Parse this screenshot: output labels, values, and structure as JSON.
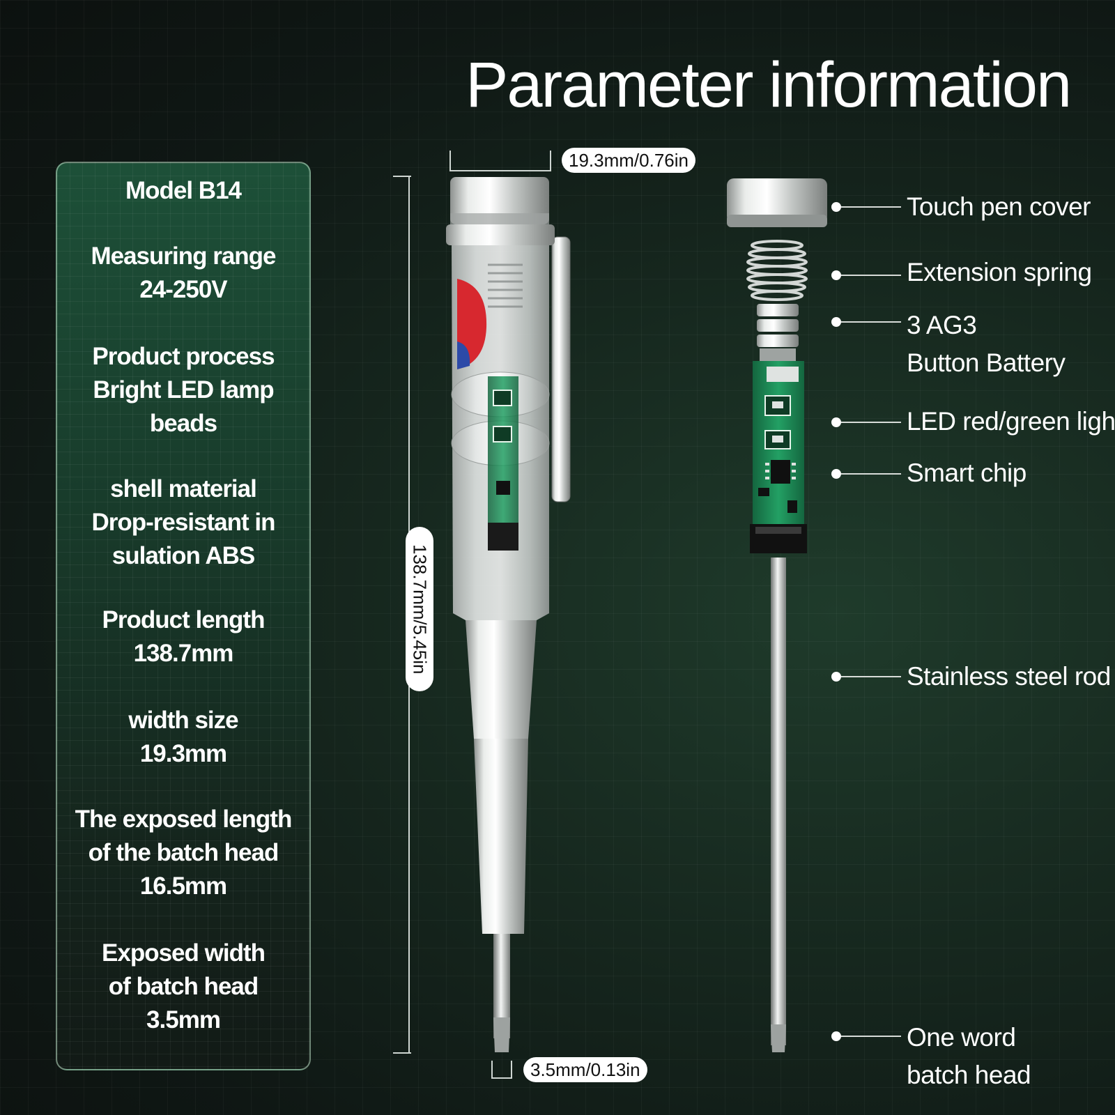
{
  "title": "Parameter information",
  "specs": [
    [
      "Model B14"
    ],
    [
      "Measuring range",
      "24-250V"
    ],
    [
      "Product process",
      "Bright LED lamp",
      "beads"
    ],
    [
      "shell material",
      "Drop-resistant in",
      "sulation ABS"
    ],
    [
      "Product length",
      "138.7mm"
    ],
    [
      "width size",
      "19.3mm"
    ],
    [
      "The exposed length",
      "of the batch head",
      "16.5mm"
    ],
    [
      "Exposed width",
      "of batch head",
      "3.5mm"
    ]
  ],
  "dimensions": {
    "top_width": "19.3mm/0.76in",
    "length": "138.7mm/5.45in",
    "tip_width": "3.5mm/0.13in"
  },
  "callouts": [
    [
      "Touch pen cover"
    ],
    [
      "Extension spring"
    ],
    [
      "3 AG3",
      "Button Battery"
    ],
    [
      "LED red/green light"
    ],
    [
      "Smart chip"
    ],
    [
      "Stainless steel rod"
    ],
    [
      "One word",
      "batch head"
    ]
  ],
  "colors": {
    "panel_green": "#1d5038",
    "background": "#0f1714",
    "pcb_green": "#1d8a55",
    "accent_red": "#d7282f"
  }
}
